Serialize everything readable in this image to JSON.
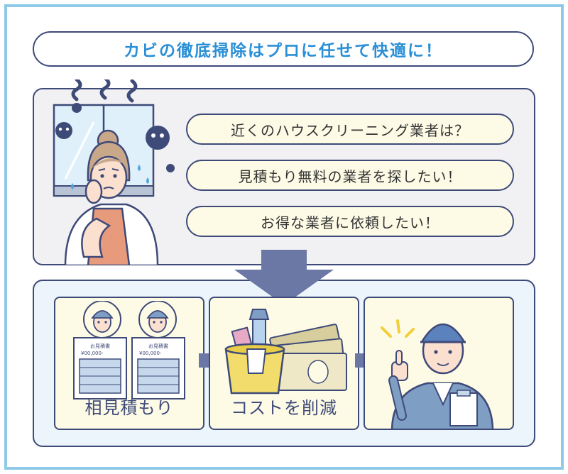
{
  "title": "カビの徹底掃除はプロに任せて快適に！",
  "concerns": [
    "近くのハウスクリーニング業者は？",
    "見積もり無料の業者を探したい！",
    "お得な業者に依頼したい！"
  ],
  "steps": [
    {
      "label": "相見積もり"
    },
    {
      "label": "コストを削減"
    },
    {
      "label": ""
    }
  ],
  "estimate_sheet": {
    "heading": "お見積書",
    "amount": "¥00,000-"
  },
  "colors": {
    "frame": "#8ec9e8",
    "title_text": "#2a8fd6",
    "outline": "#3e4a78",
    "bubble_fill": "#fdfbe6",
    "arrow": "#6b78a6",
    "panel_gray": "#f1f1f4",
    "panel_blue": "#ecf5fc"
  }
}
